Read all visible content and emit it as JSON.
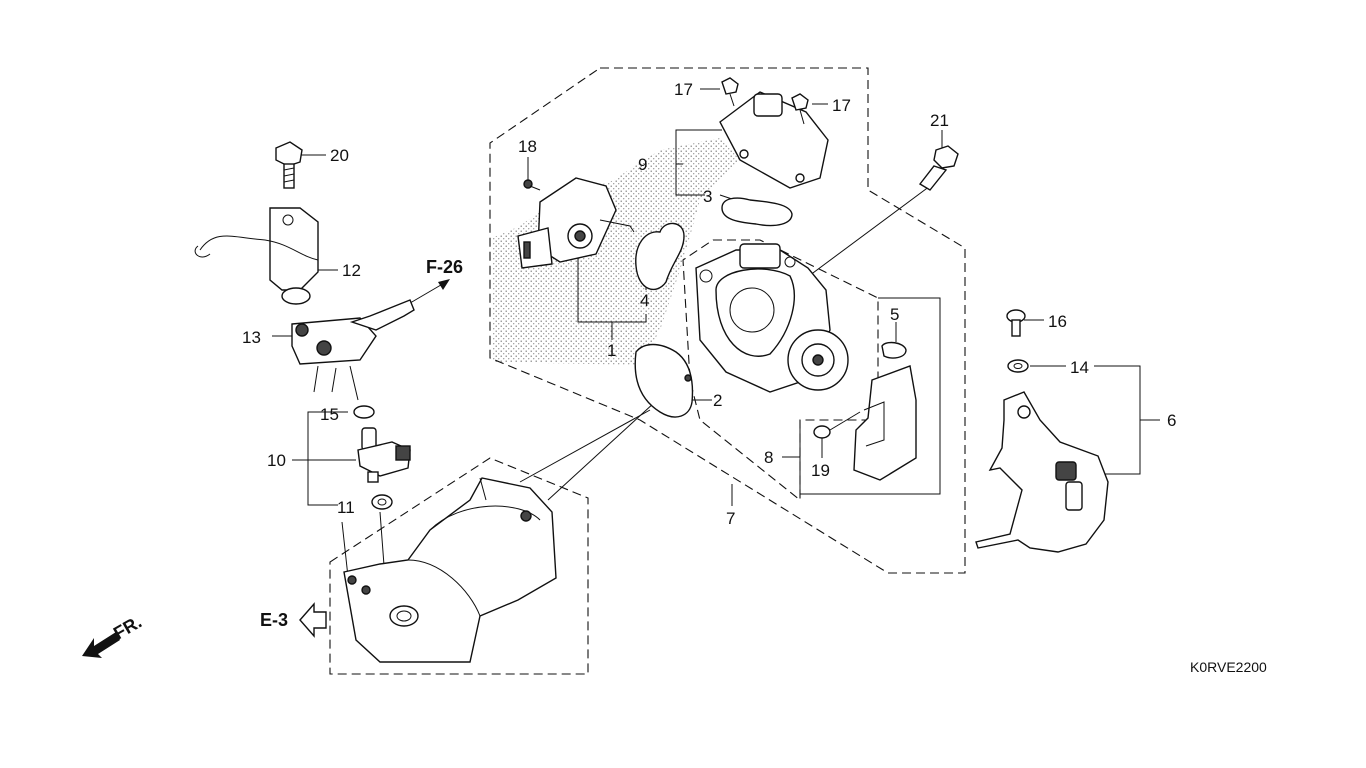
{
  "callouts": {
    "c1": "1",
    "c2": "2",
    "c3": "3",
    "c4": "4",
    "c5": "5",
    "c6": "6",
    "c7": "7",
    "c8": "8",
    "c9": "9",
    "c10": "10",
    "c11": "11",
    "c12": "12",
    "c13": "13",
    "c14": "14",
    "c15": "15",
    "c16": "16",
    "c17a": "17",
    "c17b": "17",
    "c18": "18",
    "c19": "19",
    "c20": "20",
    "c21": "21"
  },
  "refs": {
    "f26": "F-26",
    "e3": "E-3",
    "front": "FR."
  },
  "diagram_code": "K0RVE2200"
}
